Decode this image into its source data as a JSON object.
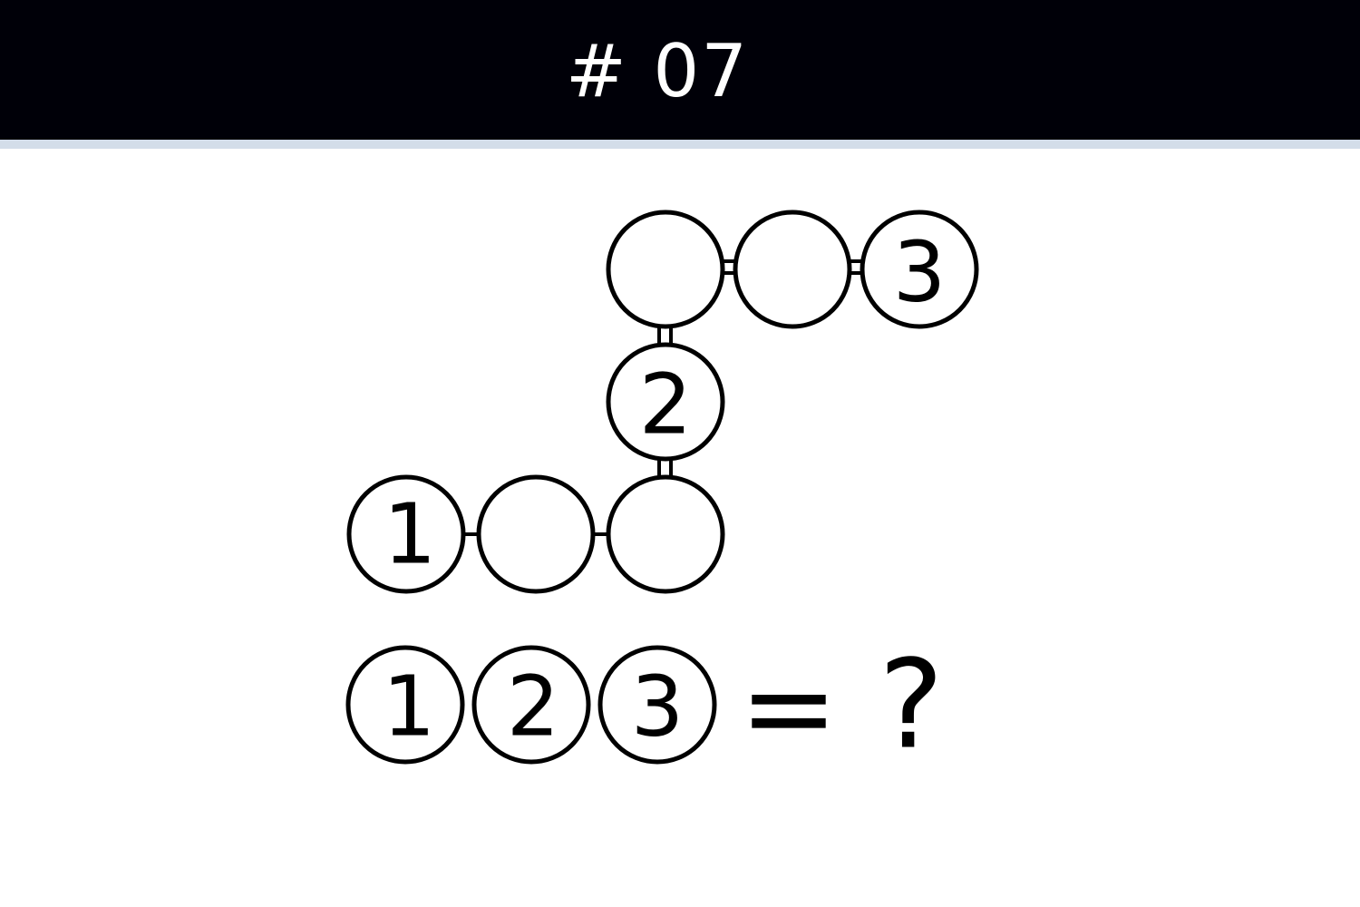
{
  "header": {
    "title": "# 07"
  },
  "puzzle": {
    "nodes": [
      {
        "id": "n1",
        "label": "1"
      },
      {
        "id": "n2",
        "label": ""
      },
      {
        "id": "n3",
        "label": ""
      },
      {
        "id": "n4",
        "label": "2"
      },
      {
        "id": "n5",
        "label": ""
      },
      {
        "id": "n6",
        "label": ""
      },
      {
        "id": "n7",
        "label": "3"
      }
    ],
    "links": [
      {
        "from": "n1",
        "to": "n2",
        "bonds": 1
      },
      {
        "from": "n2",
        "to": "n3",
        "bonds": 1
      },
      {
        "from": "n3",
        "to": "n4",
        "bonds": 2
      },
      {
        "from": "n4",
        "to": "n5",
        "bonds": 2
      },
      {
        "from": "n5",
        "to": "n6",
        "bonds": 2
      },
      {
        "from": "n6",
        "to": "n7",
        "bonds": 2
      }
    ]
  },
  "question": {
    "circles": [
      "1",
      "2",
      "3"
    ],
    "equals": "=",
    "unknown": "?"
  },
  "colors": {
    "header_bg": "#000008",
    "header_strip": "#d3dde9",
    "ink": "#000000",
    "paper": "#ffffff"
  }
}
